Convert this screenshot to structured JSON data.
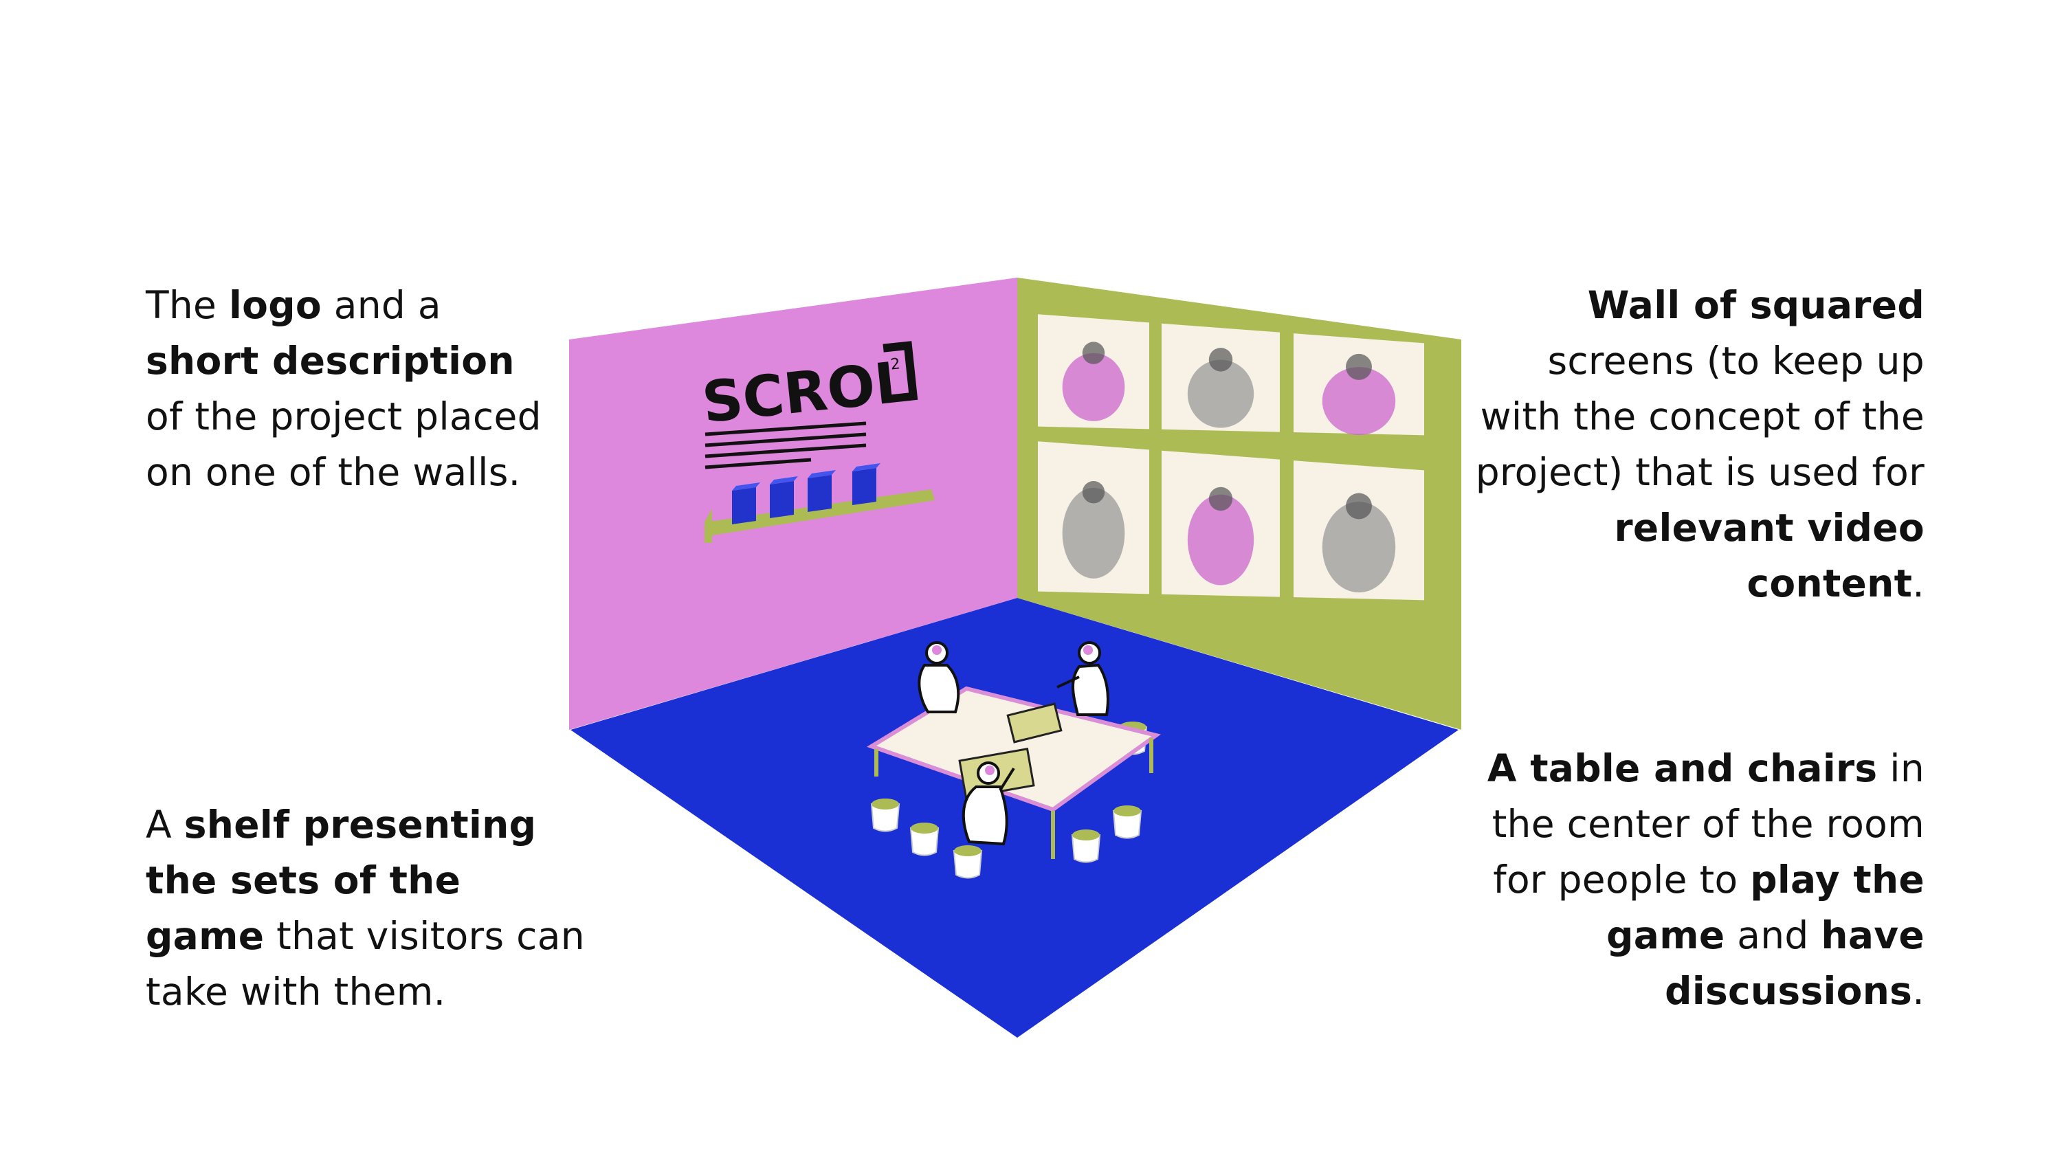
{
  "annotations": {
    "logo_description": [
      {
        "t": "The ",
        "b": false
      },
      {
        "t": "logo",
        "b": true
      },
      {
        "t": " and a ",
        "b": false
      },
      {
        "t": "short description",
        "b": true
      },
      {
        "t": " of the project placed on one of the walls.",
        "b": false
      }
    ],
    "shelf": [
      {
        "t": "A ",
        "b": false
      },
      {
        "t": "shelf presenting the sets of the game",
        "b": true
      },
      {
        "t": " that visitors can take with them.",
        "b": false
      }
    ],
    "screen_wall": [
      {
        "t": "Wall of squared",
        "b": true
      },
      {
        "t": " screens (to keep up with the concept of the project) that is used for ",
        "b": false
      },
      {
        "t": "relevant video content",
        "b": true
      },
      {
        "t": ".",
        "b": false
      }
    ],
    "table_chairs": [
      {
        "t": "A table and chairs",
        "b": true
      },
      {
        "t": " in the center of the room for people to ",
        "b": false
      },
      {
        "t": "play the game",
        "b": true
      },
      {
        "t": " and ",
        "b": false
      },
      {
        "t": "have discussions",
        "b": true
      },
      {
        "t": ".",
        "b": false
      }
    ]
  },
  "room": {
    "logo_text": "SCROL",
    "logo_superscript": "2"
  },
  "colors": {
    "left_wall": "#dd88dd",
    "right_wall": "#adbb55",
    "floor": "#1a2fd4",
    "box": "#2233cc",
    "screen": "#f7f1e6",
    "table_top": "#f7f1e6",
    "table_edge": "#d98ed6",
    "accent_pink": "#cc66cc"
  }
}
